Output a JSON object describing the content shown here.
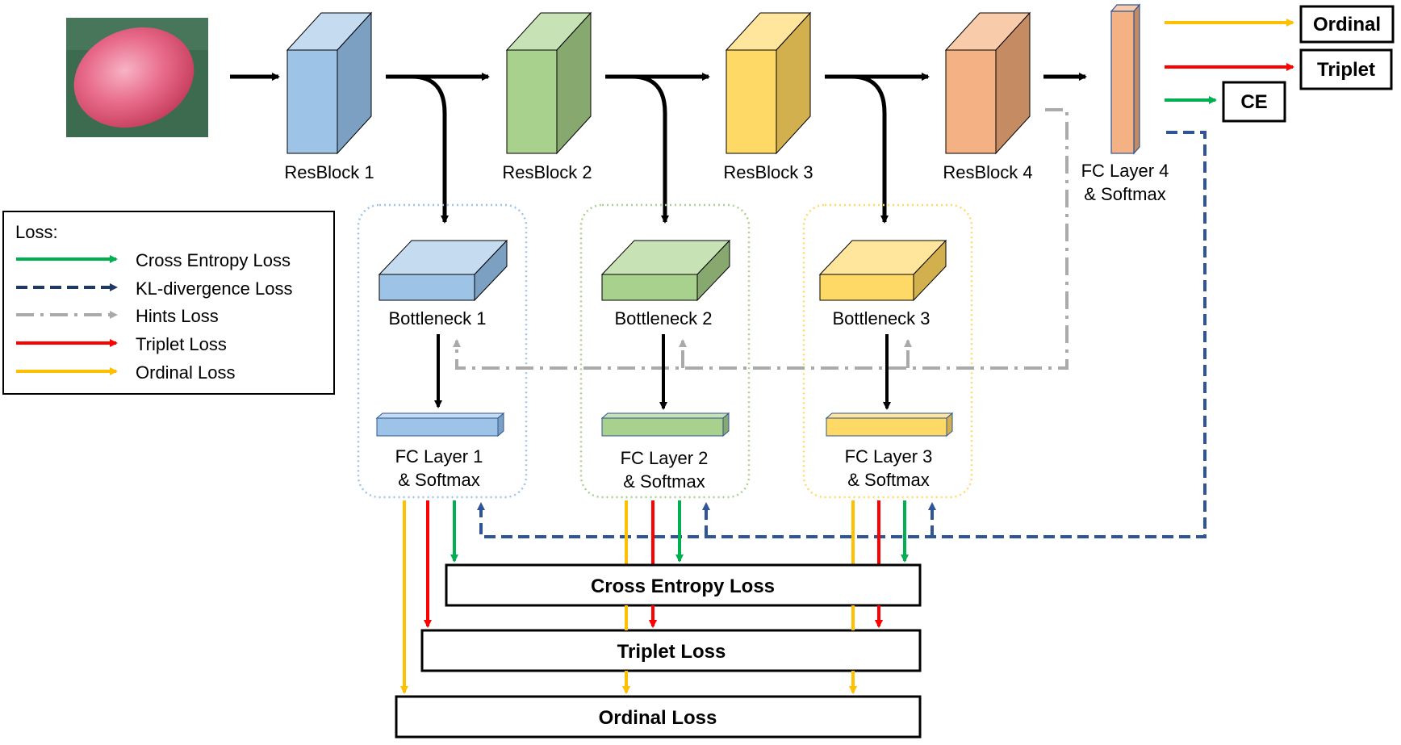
{
  "colors": {
    "green": "#00b050",
    "navy": "#1f3864",
    "blue_dashed": "#2f5597",
    "gray": "#aaaaaa",
    "red": "#ff0000",
    "yellow": "#ffc000",
    "block1": "#9dc3e6",
    "block2": "#a9d18e",
    "block3": "#ffd966",
    "block4": "#f4b183"
  },
  "icons": {
    "input_image": "pink-mango-photo"
  },
  "resblocks": [
    "ResBlock 1",
    "ResBlock 2",
    "ResBlock 3",
    "ResBlock 4"
  ],
  "fc4": {
    "line1": "FC Layer 4",
    "line2": "& Softmax"
  },
  "bottlenecks": [
    "Bottleneck 1",
    "Bottleneck 2",
    "Bottleneck 3"
  ],
  "fc_layers": [
    {
      "line1": "FC Layer 1",
      "line2": "& Softmax"
    },
    {
      "line1": "FC Layer 2",
      "line2": "& Softmax"
    },
    {
      "line1": "FC Layer 3",
      "line2": "& Softmax"
    }
  ],
  "outputs": {
    "ordinal": "Ordinal",
    "triplet": "Triplet",
    "ce": "CE"
  },
  "legend": {
    "title": "Loss:",
    "items": [
      {
        "label": "Cross Entropy Loss",
        "style": "solid-green"
      },
      {
        "label": "KL-divergence Loss",
        "style": "dashed-navy"
      },
      {
        "label": "Hints Loss",
        "style": "dashdot-gray"
      },
      {
        "label": "Triplet Loss",
        "style": "solid-red"
      },
      {
        "label": "Ordinal Loss",
        "style": "solid-yellow"
      }
    ]
  },
  "loss_boxes": {
    "cross_entropy": "Cross Entropy Loss",
    "triplet": "Triplet Loss",
    "ordinal": "Ordinal Loss"
  }
}
